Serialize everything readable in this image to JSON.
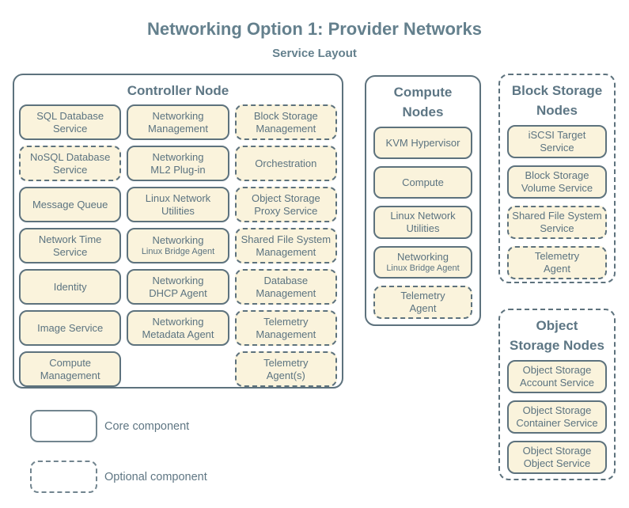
{
  "title": "Networking Option 1: Provider Networks",
  "subtitle": "Service Layout",
  "colors": {
    "box_fill": "#faf3dc",
    "border": "#5d727d",
    "text": "#5b7380",
    "heading": "#5d7684",
    "title": "#64808d"
  },
  "containers": {
    "controller": {
      "label": "Controller Node",
      "type": "core",
      "items": [
        {
          "label": "SQL Database\nService",
          "type": "core"
        },
        {
          "label": "Networking\nManagement",
          "type": "core"
        },
        {
          "label": "Block Storage\nManagement",
          "type": "optional"
        },
        {
          "label": "NoSQL Database\nService",
          "type": "optional"
        },
        {
          "label": "Networking\nML2 Plug-in",
          "type": "core"
        },
        {
          "label": "Orchestration",
          "type": "optional"
        },
        {
          "label": "Message Queue",
          "type": "core"
        },
        {
          "label": "Linux Network\nUtilities",
          "type": "core"
        },
        {
          "label": "Object Storage\nProxy Service",
          "type": "optional"
        },
        {
          "label": "Network Time\nService",
          "type": "core"
        },
        {
          "label": "Networking",
          "sub": "Linux Bridge Agent",
          "type": "core"
        },
        {
          "label": "Shared File System\nManagement",
          "type": "optional"
        },
        {
          "label": "Identity",
          "type": "core"
        },
        {
          "label": "Networking\nDHCP Agent",
          "type": "core"
        },
        {
          "label": "Database\nManagement",
          "type": "optional"
        },
        {
          "label": "Image Service",
          "type": "core"
        },
        {
          "label": "Networking\nMetadata Agent",
          "type": "core"
        },
        {
          "label": "Telemetry\nManagement",
          "type": "optional"
        },
        {
          "label": "Compute\nManagement",
          "type": "core"
        },
        {
          "type": "empty"
        },
        {
          "label": "Telemetry\nAgent(s)",
          "type": "optional"
        }
      ]
    },
    "compute": {
      "label": "Compute\nNodes",
      "type": "core",
      "items": [
        {
          "label": "KVM Hypervisor",
          "type": "core"
        },
        {
          "label": "Compute",
          "type": "core"
        },
        {
          "label": "Linux Network\nUtilities",
          "type": "core"
        },
        {
          "label": "Networking",
          "sub": "Linux Bridge Agent",
          "type": "core"
        },
        {
          "label": "Telemetry\nAgent",
          "type": "optional"
        }
      ]
    },
    "block_storage": {
      "label": "Block Storage\nNodes",
      "type": "optional",
      "items": [
        {
          "label": "iSCSI Target\nService",
          "type": "core"
        },
        {
          "label": "Block Storage\nVolume Service",
          "type": "core"
        },
        {
          "label": "Shared File System\nService",
          "type": "optional"
        },
        {
          "label": "Telemetry\nAgent",
          "type": "optional"
        }
      ]
    },
    "object_storage": {
      "label": "Object\nStorage Nodes",
      "type": "optional",
      "items": [
        {
          "label": "Object Storage\nAccount Service",
          "type": "core"
        },
        {
          "label": "Object Storage\nContainer Service",
          "type": "core"
        },
        {
          "label": "Object Storage\nObject Service",
          "type": "core"
        }
      ]
    }
  },
  "legend": [
    {
      "swatch": "core",
      "label": "Core component"
    },
    {
      "swatch": "optional",
      "label": "Optional component"
    }
  ]
}
